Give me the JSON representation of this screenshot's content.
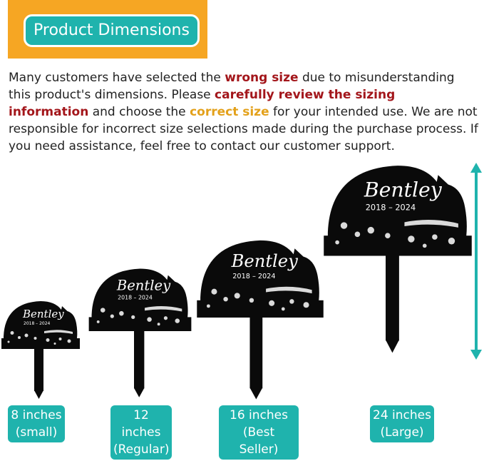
{
  "header": {
    "title": "Product Dimensions"
  },
  "description": {
    "t1": "Many customers have selected the ",
    "h1": "wrong size",
    "t2": " due to misunderstanding this product's dimensions. Please ",
    "h2": "carefully review the sizing information",
    "t3": " and choose the ",
    "h3": "correct size",
    "t4": " for your intended use. We are not responsible for incorrect size selections made during the purchase process. If you need assistance, feel free to contact our customer support."
  },
  "plaque": {
    "name": "Bentley",
    "dates": "2018 – 2024"
  },
  "sizes": [
    {
      "size": "8 inches",
      "note": "(small)"
    },
    {
      "size": "12 inches",
      "note": "(Regular)"
    },
    {
      "size": "16 inches",
      "note": "(Best Seller)"
    },
    {
      "size": "24 inches",
      "note": "(Large)"
    }
  ],
  "colors": {
    "accent": "#1fb3ad",
    "banner": "#f6a623",
    "warning": "#a3161b",
    "highlight": "#e3a11b",
    "arrow": "#1fb3ad"
  }
}
